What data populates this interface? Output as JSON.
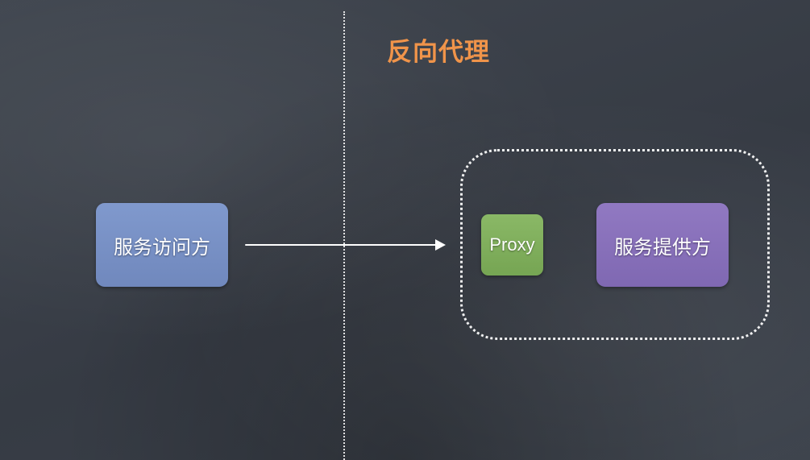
{
  "slide": {
    "title": "反向代理",
    "title_color": "#f0944a",
    "background_color": "#3a404a"
  },
  "diagram": {
    "client": {
      "label": "服务访问方",
      "color": "#7a92c8"
    },
    "proxy": {
      "label": "Proxy",
      "color": "#80ae5d"
    },
    "server": {
      "label": "服务提供方",
      "color": "#8971bb"
    },
    "connectors": [
      {
        "from": "client",
        "to": "proxy",
        "style": "solid-arrow"
      }
    ],
    "groups": [
      {
        "members": [
          "proxy",
          "server"
        ],
        "style": "dotted-rounded"
      }
    ],
    "divider": {
      "style": "dotted-vertical"
    }
  }
}
